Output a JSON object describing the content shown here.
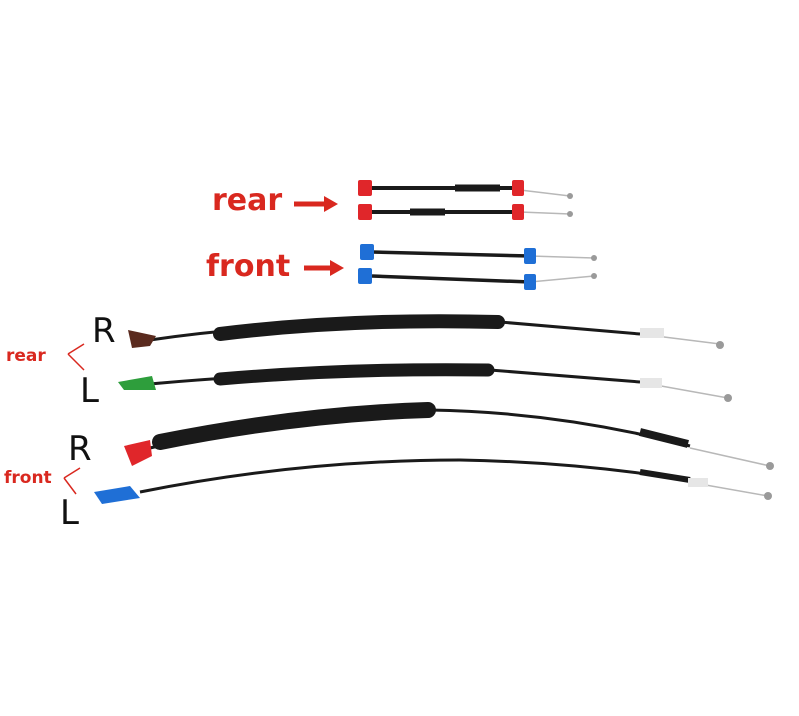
{
  "labels": {
    "rear_big": "rear",
    "front_big": "front",
    "rear_small": "rear",
    "front_small": "front",
    "r_upper": "R",
    "l_upper": "L",
    "r_lower": "R",
    "l_lower": "L"
  },
  "colors": {
    "label_red": "#d9281f",
    "cable_black": "#1a1a1a",
    "clip_red": "#e0262a",
    "clip_blue": "#1f6fd6",
    "clip_green": "#2e9e3c",
    "clip_brown": "#5a2a1e",
    "metal": "#b8b8b8"
  }
}
